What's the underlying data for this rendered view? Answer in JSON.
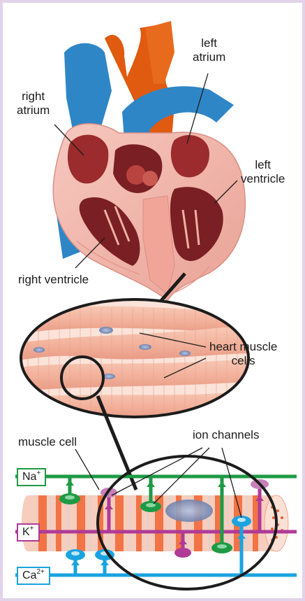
{
  "labels": {
    "left_atrium_line1": "left",
    "left_atrium_line2": "atrium",
    "right_atrium_line1": "right",
    "right_atrium_line2": "atrium",
    "left_ventricle_line1": "left",
    "left_ventricle_line2": "ventricle",
    "right_ventricle": "right ventricle",
    "heart_muscle_line1": "heart muscle",
    "heart_muscle_line2": "cells",
    "muscle_cell": "muscle cell",
    "ion_channels": "ion channels"
  },
  "ions": {
    "sodium": {
      "symbol": "Na",
      "charge": "+",
      "color": "#1e9a45"
    },
    "potassium": {
      "symbol": "K",
      "charge": "+",
      "color": "#b03a96"
    },
    "calcium": {
      "symbol": "Ca",
      "charge": "2+",
      "color": "#1aa3e0"
    }
  },
  "colors": {
    "vessel_blue": "#2f86c7",
    "aorta_orange": "#e05a10",
    "heart_wall": "#f2b6ad",
    "chamber_dark": "#7a1f23",
    "muscle_stripe": "#f26b3a",
    "nucleus": "#8ea2c8"
  }
}
